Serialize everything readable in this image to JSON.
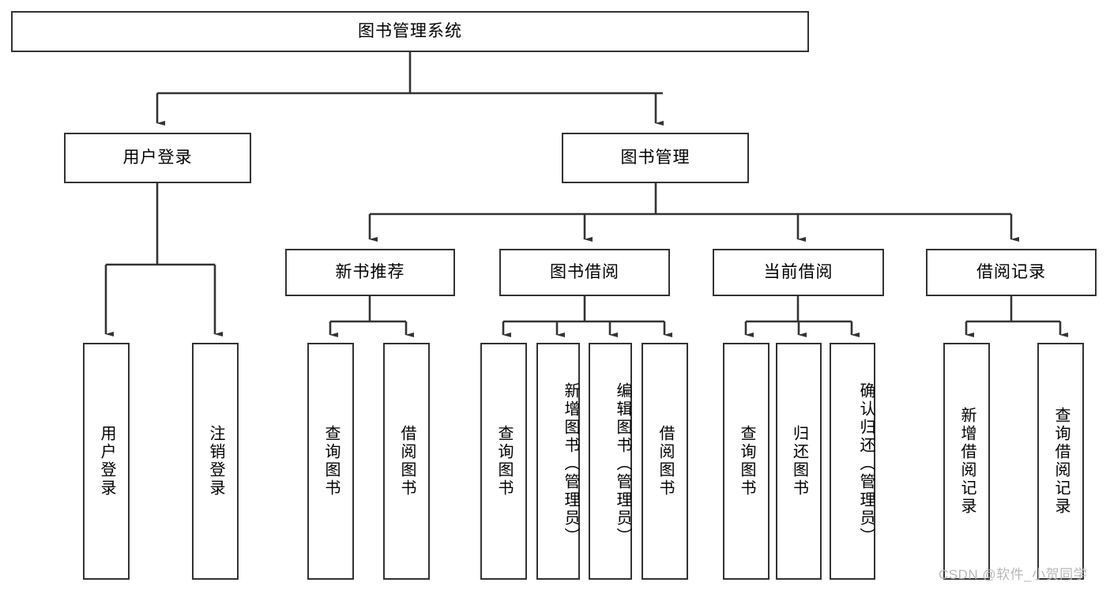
{
  "diagram": {
    "type": "tree-hierarchy",
    "title": "图书管理系统",
    "watermark": "CSDN @软件_小贺同学",
    "colors": {
      "box_border": "#333333",
      "box_fill": "#ffffff",
      "line": "#333333",
      "text": "#000000",
      "watermark": "#b8b8b8"
    },
    "nodes": {
      "root": "图书管理系统",
      "level2": {
        "user_login": "用户登录",
        "book_manage": "图书管理"
      },
      "level3": {
        "new_book_rec": "新书推荐",
        "book_borrow": "图书借阅",
        "current_borrow": "当前借阅",
        "borrow_record": "借阅记录"
      },
      "leaves": {
        "user_login_1": "用户登录",
        "user_login_2": "注销登录",
        "new_book_rec_1": "查询图书",
        "new_book_rec_2": "借阅图书",
        "book_borrow_1": "查询图书",
        "book_borrow_2": "新增图书（管理员）",
        "book_borrow_3": "编辑图书（管理员）",
        "book_borrow_4": "借阅图书",
        "current_borrow_1": "查询图书",
        "current_borrow_2": "归还图书",
        "current_borrow_3": "确认归还（管理员）",
        "borrow_record_1": "新增借阅记录",
        "borrow_record_2": "查询借阅记录"
      }
    }
  }
}
